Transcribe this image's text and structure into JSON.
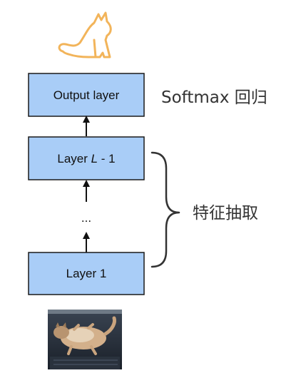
{
  "diagram": {
    "layers": {
      "output": "Output layer",
      "penultimate_prefix": "Layer ",
      "penultimate_var": "L",
      "penultimate_suffix": " - 1",
      "ellipsis": "...",
      "first": "Layer 1"
    },
    "annotations": {
      "softmax": "Softmax 回归",
      "feature_extraction": "特征抽取"
    },
    "icons": {
      "output_icon": "cat-outline-icon",
      "input_image": "cat-photo"
    },
    "colors": {
      "box_fill": "#a9cdf7",
      "box_stroke": "#1a1a1a",
      "cat_outline": "#f2b45a",
      "text": "#111111",
      "annotation_text": "#333333"
    }
  }
}
